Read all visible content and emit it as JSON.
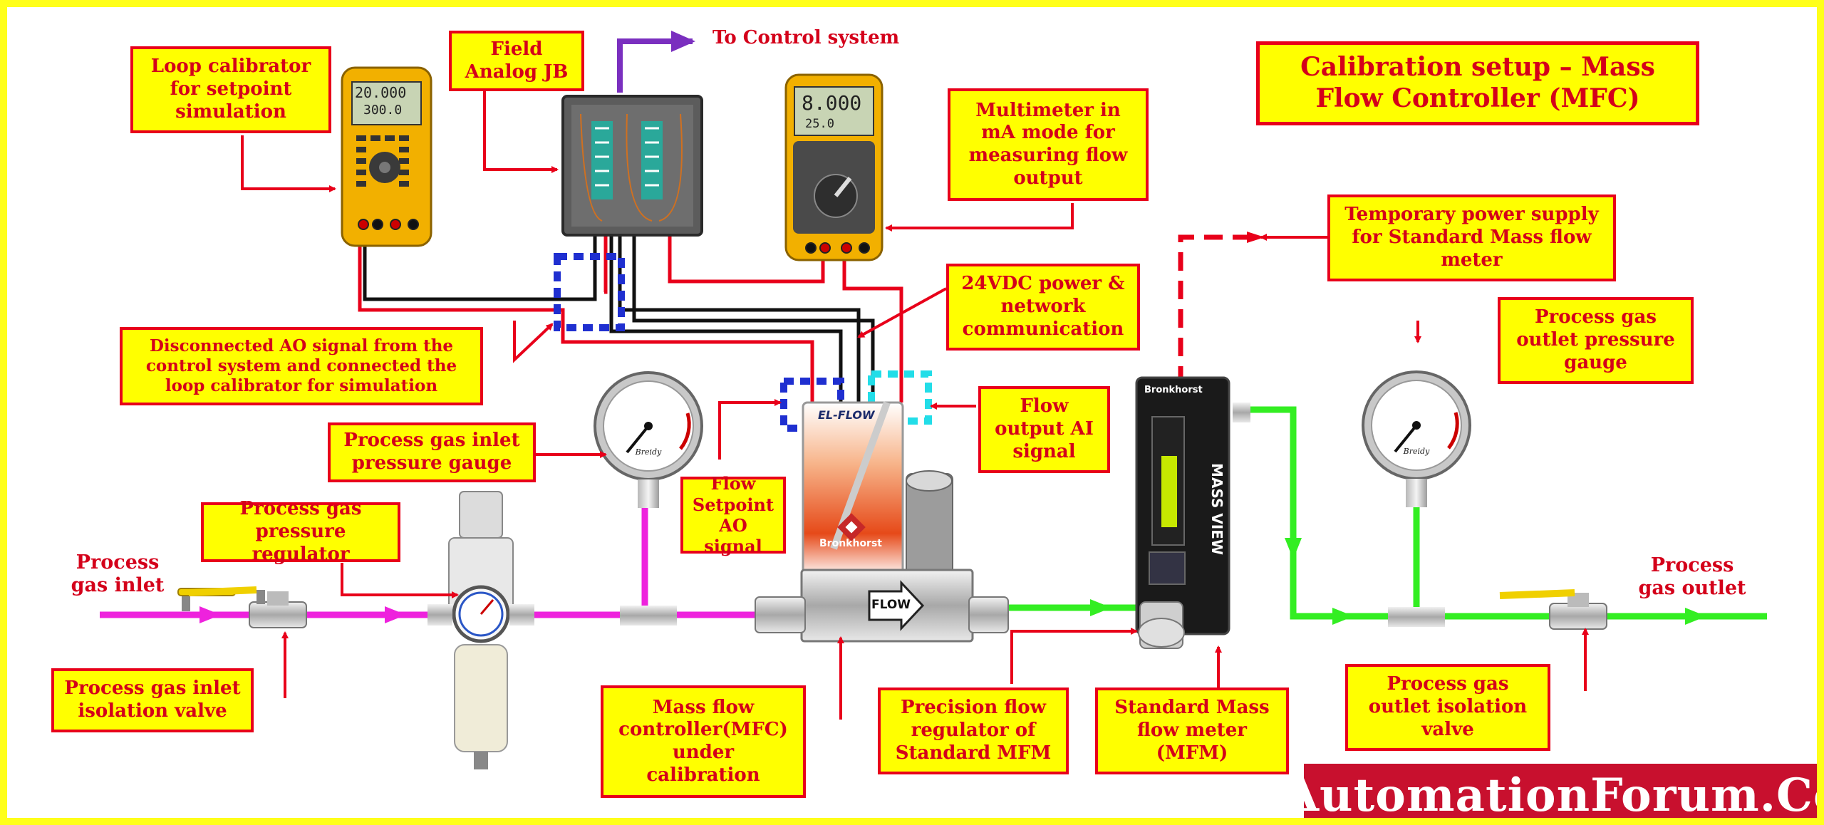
{
  "diagram": {
    "title": "Calibration setup – Mass Flow Controller (MFC)",
    "watermark": "AutomationForum.Co",
    "labels": {
      "loop_calibrator": "Loop calibrator\nfor setpoint\nsimulation",
      "field_jb": "Field\nAnalog JB",
      "to_control": "To Control system",
      "multimeter": "Multimeter in\nmA mode for\nmeasuring flow\noutput",
      "temp_power": "Temporary power supply\nfor Standard Mass flow\nmeter",
      "power_24v": "24VDC power &\nnetwork\ncommunication",
      "outlet_gauge": "Process gas\noutlet pressure\ngauge",
      "disconnected_ao": "Disconnected AO signal from the\ncontrol system and connected the\nloop calibrator for simulation",
      "flow_ai": "Flow\noutput AI\nsignal",
      "inlet_gauge": "Process gas inlet\npressure gauge",
      "setpoint_ao": "Flow\nSetpoint\nAO signal",
      "regulator": "Process gas\npressure regulator",
      "gas_inlet": "Process\ngas inlet",
      "gas_outlet": "Process\ngas outlet",
      "inlet_valve": "Process gas inlet\nisolation valve",
      "mfc": "Mass flow\ncontroller(MFC)\nunder\ncalibration",
      "precision_reg": "Precision flow\nregulator of\nStandard MFM",
      "standard_mfm": "Standard Mass\nflow meter\n(MFM)",
      "outlet_valve": "Process gas\noutlet isolation\nvalve"
    },
    "device_text": {
      "calibrator_lcd_1": "20.000",
      "calibrator_lcd_2": "300.0",
      "multimeter_lcd_1": "8.000",
      "multimeter_lcd_2": "25.0",
      "mfc_brand": "EL-FLOW",
      "mfc_maker": "Bronkhorst",
      "mfc_flow": "FLOW",
      "mfm_brand": "Bronkhorst",
      "mfm_name": "MASS VIEW",
      "gauge_brand": "Breidy"
    },
    "colors": {
      "label_fill": "#ffff00",
      "label_border": "#e8001a",
      "label_text": "#d4001a",
      "inlet_line": "#ee22dd",
      "outlet_line": "#33ee22",
      "signal_red": "#e8001a",
      "signal_black": "#111111",
      "control_line": "#7a2fbf",
      "ao_box": "#1f2fd0",
      "ai_box": "#22dde8",
      "frame": "#ffff1a",
      "watermark_bg": "#c8102e"
    }
  }
}
